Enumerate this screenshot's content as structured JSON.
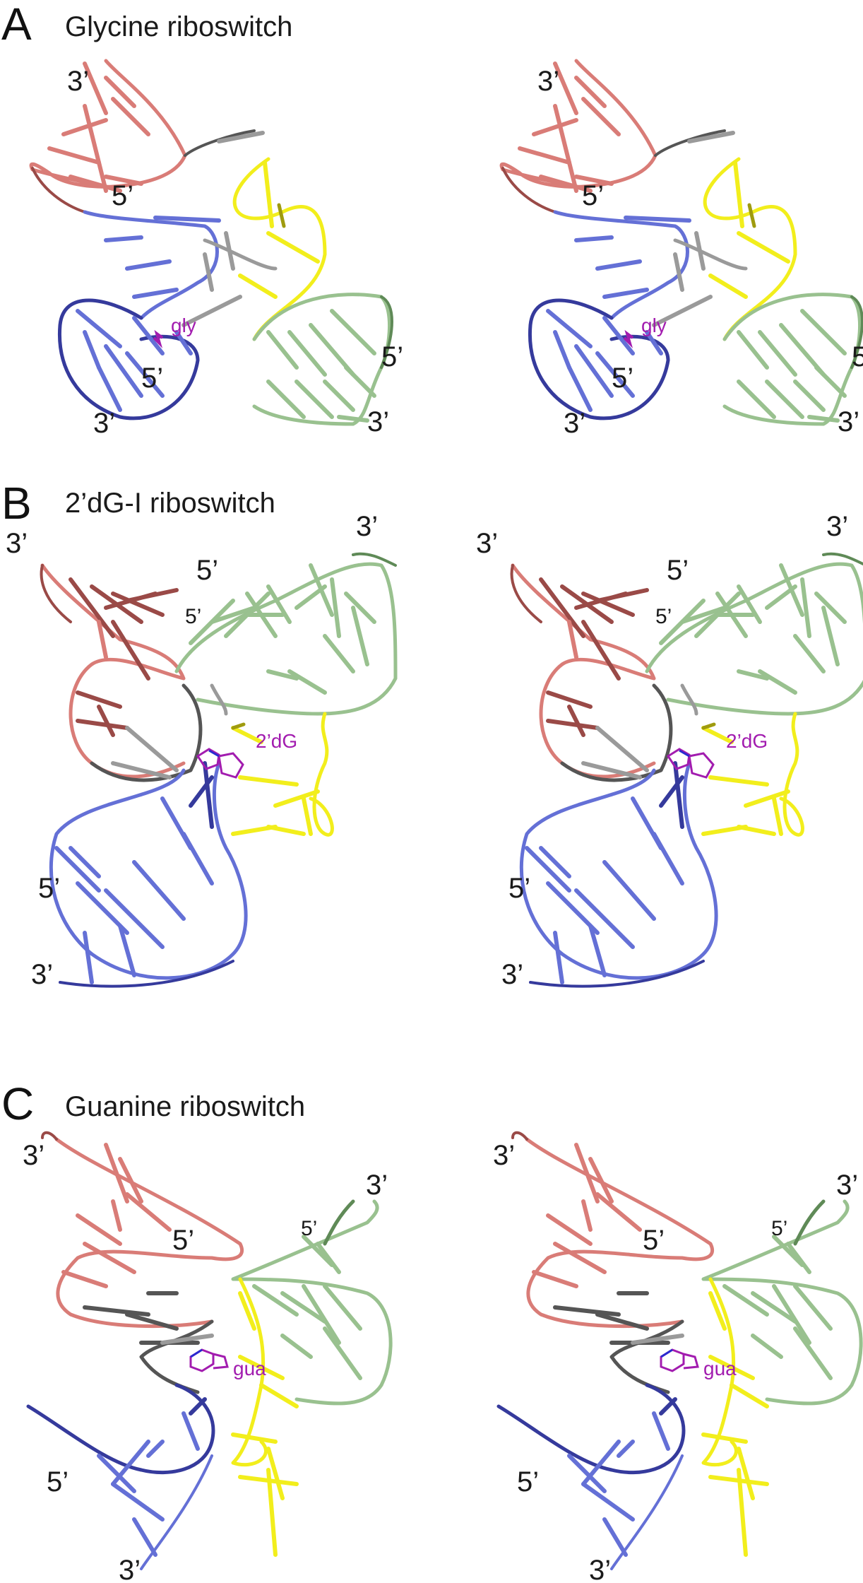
{
  "colors": {
    "red": "#d97c77",
    "red_dark": "#9a4a47",
    "blue": "#6470d6",
    "blue_dark": "#353a9c",
    "yellow": "#f2ee1c",
    "yellow_dark": "#9f9b0f",
    "green": "#99c18f",
    "green_dark": "#5f8a57",
    "grey": "#9a9a9a",
    "grey_dark": "#555555",
    "ligand": "#a21caf",
    "ligand_blue": "#2a2ad0"
  },
  "panels": [
    {
      "id": "A",
      "letter": "A",
      "title": "Glycine riboswitch",
      "ligand": "gly",
      "labels": [
        "3’",
        "5’",
        "5’",
        "3’",
        "5’",
        "3’"
      ]
    },
    {
      "id": "B",
      "letter": "B",
      "title": "2’dG-I riboswitch",
      "ligand": "2’dG",
      "labels": [
        "3’",
        "5’",
        "5’",
        "3’",
        "5’",
        "3’"
      ]
    },
    {
      "id": "C",
      "letter": "C",
      "title": "Guanine riboswitch",
      "ligand": "gua",
      "labels": [
        "3’",
        "5’",
        "5’",
        "3’",
        "5’",
        "3’"
      ]
    }
  ]
}
